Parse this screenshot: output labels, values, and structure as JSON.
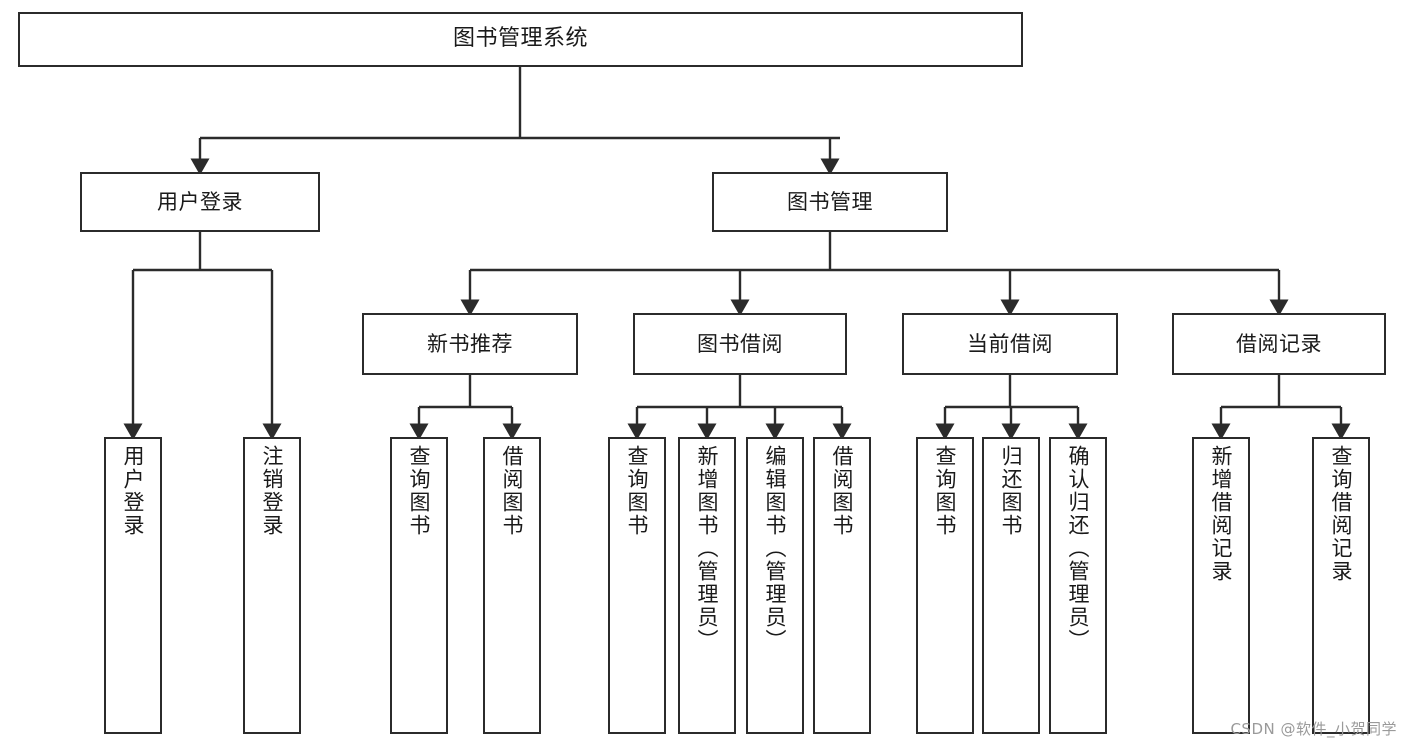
{
  "diagram": {
    "type": "tree",
    "title": "图书管理系统",
    "watermark": "CSDN @软件_小贺同学",
    "colors": {
      "box_border": "#2b2b2b",
      "box_fill": "#ffffff",
      "connector": "#2b2b2b",
      "text": "#1a1a1a",
      "watermark": "#9a9a9a"
    },
    "nodes": {
      "root": {
        "label": "图书管理系统"
      },
      "level1": [
        {
          "id": "user-login",
          "label": "用户登录"
        },
        {
          "id": "book-manage",
          "label": "图书管理"
        }
      ],
      "level2": [
        {
          "id": "new-book-recommend",
          "label": "新书推荐"
        },
        {
          "id": "book-borrow",
          "label": "图书借阅"
        },
        {
          "id": "current-borrow",
          "label": "当前借阅"
        },
        {
          "id": "borrow-record",
          "label": "借阅记录"
        }
      ],
      "leaves": {
        "user-login": [
          {
            "id": "leaf-user-login",
            "label": "用户登录"
          },
          {
            "id": "leaf-logout-login",
            "label": "注销登录"
          }
        ],
        "new-book-recommend": [
          {
            "id": "leaf-query-book-1",
            "label": "查询图书"
          },
          {
            "id": "leaf-borrow-book-1",
            "label": "借阅图书"
          }
        ],
        "book-borrow": [
          {
            "id": "leaf-query-book-2",
            "label": "查询图书"
          },
          {
            "id": "leaf-add-book",
            "label": "新增图书（管理员）"
          },
          {
            "id": "leaf-edit-book",
            "label": "编辑图书（管理员）"
          },
          {
            "id": "leaf-borrow-book-2",
            "label": "借阅图书"
          }
        ],
        "current-borrow": [
          {
            "id": "leaf-query-book-3",
            "label": "查询图书"
          },
          {
            "id": "leaf-return-book",
            "label": "归还图书"
          },
          {
            "id": "leaf-confirm-return",
            "label": "确认归还（管理员）"
          }
        ],
        "borrow-record": [
          {
            "id": "leaf-add-record",
            "label": "新增借阅记录"
          },
          {
            "id": "leaf-query-record",
            "label": "查询借阅记录"
          }
        ]
      }
    }
  }
}
